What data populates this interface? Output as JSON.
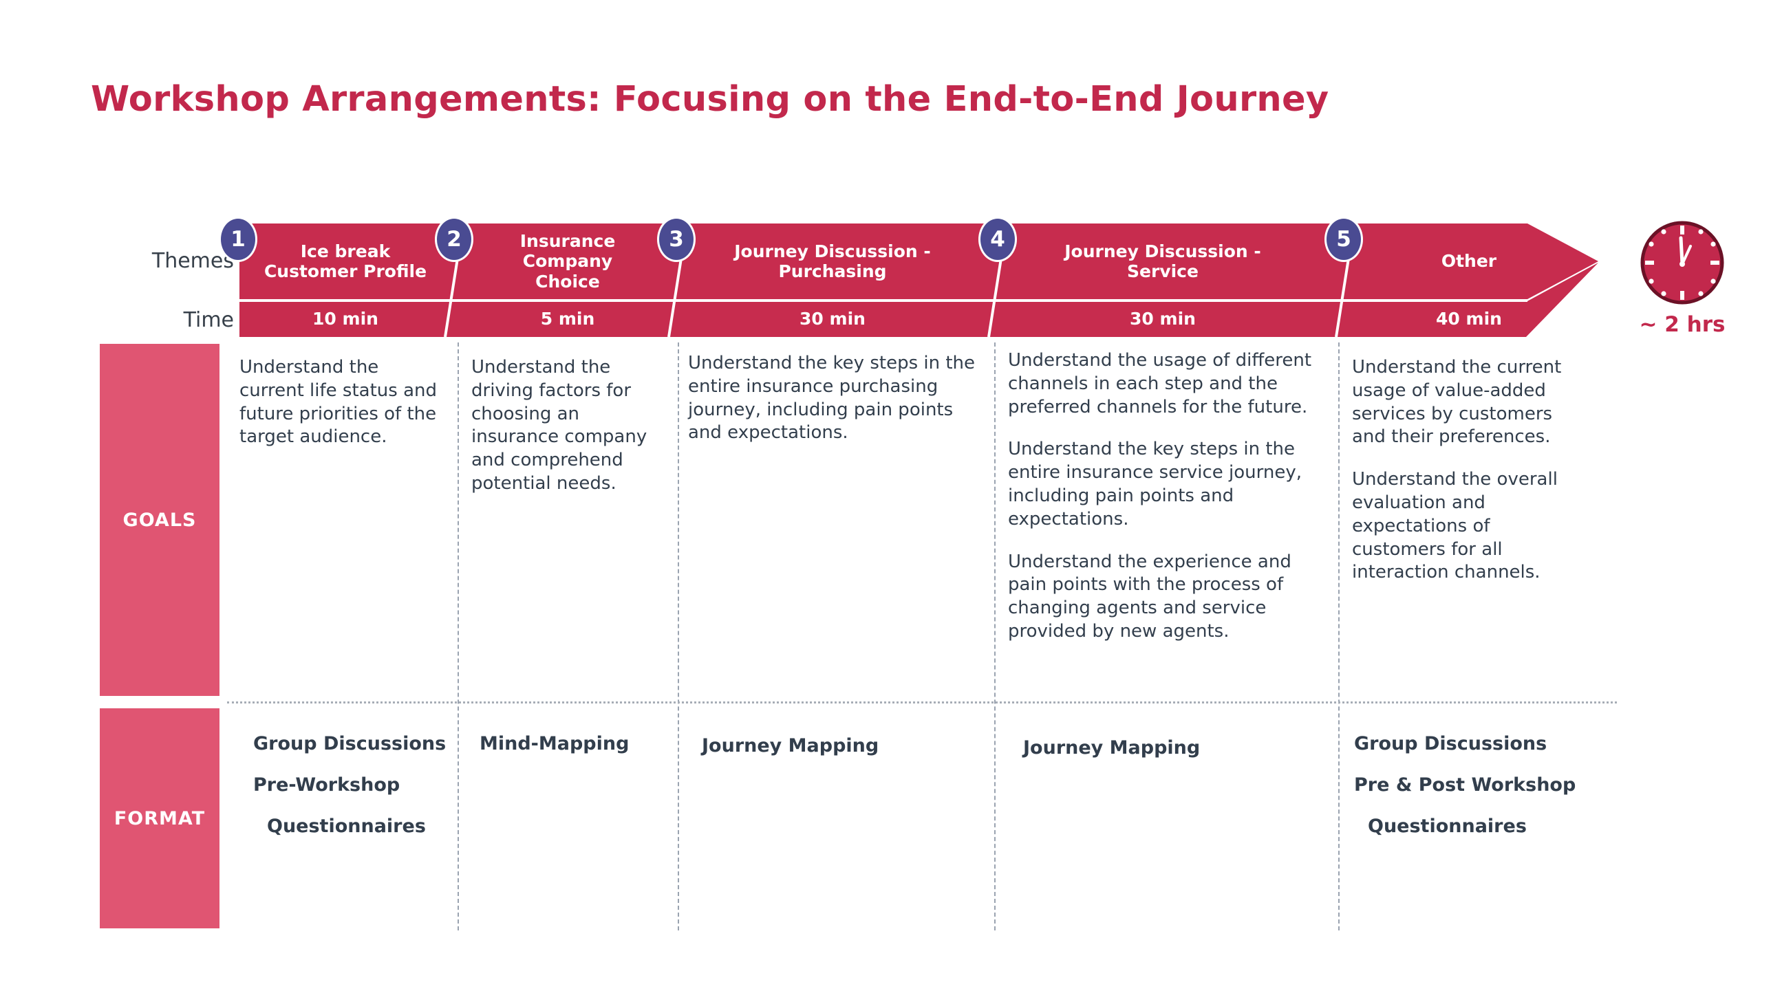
{
  "title": "Workshop Arrangements: Focusing on the End-to-End Journey",
  "row_labels": {
    "themes": "Themes",
    "time": "Time"
  },
  "colors": {
    "title_red": "#C2284C",
    "banner_red": "#C72C4E",
    "bubble_navy": "#4A4B92",
    "category_pink": "#E05572",
    "body_text": "#323E4C",
    "dashed_grey": "#9AA3B0"
  },
  "duration": {
    "icon": "clock-icon",
    "label": "~ 2 hrs"
  },
  "categories": {
    "goals": "GOALS",
    "format": "FORMAT"
  },
  "columns": [
    {
      "step": "1",
      "theme": "Ice break\nCustomer Profile",
      "theme_lines": [
        "Ice break",
        "Customer Profile"
      ],
      "time": "10 min",
      "goals": [
        "Understand the current life status and future priorities of the target audience."
      ],
      "format": [
        "Group Discussions",
        "Pre-Workshop",
        "Questionnaires"
      ]
    },
    {
      "step": "2",
      "theme": "Insurance\nCompany\nChoice",
      "theme_lines": [
        "Insurance",
        "Company",
        "Choice"
      ],
      "time": "5 min",
      "goals": [
        "Understand the driving factors for choosing an insurance company and comprehend potential needs."
      ],
      "format": [
        "Mind-Mapping"
      ]
    },
    {
      "step": "3",
      "theme": "Journey Discussion -\nPurchasing",
      "theme_lines": [
        "Journey Discussion -",
        "Purchasing"
      ],
      "time": "30 min",
      "goals": [
        "Understand the key steps in the entire insurance purchasing journey, including pain points and expectations."
      ],
      "format": [
        "Journey Mapping"
      ]
    },
    {
      "step": "4",
      "theme": "Journey Discussion -\nService",
      "theme_lines": [
        "Journey Discussion -",
        "Service"
      ],
      "time": "30 min",
      "goals": [
        "Understand the usage of different channels in each step and the preferred channels for the future.",
        "Understand the key steps in the entire insurance service journey, including pain points and expectations.",
        "Understand the experience and pain points with the process of changing agents and service provided by new agents."
      ],
      "format": [
        "Journey Mapping"
      ]
    },
    {
      "step": "5",
      "theme": "Other",
      "theme_lines": [
        "Other"
      ],
      "time": "40 min",
      "goals": [
        "Understand the current usage of value-added services by customers and their preferences.",
        "Understand the overall evaluation and expectations of customers for all interaction channels."
      ],
      "format": [
        "Group Discussions",
        "Pre & Post Workshop",
        "Questionnaires"
      ]
    }
  ]
}
